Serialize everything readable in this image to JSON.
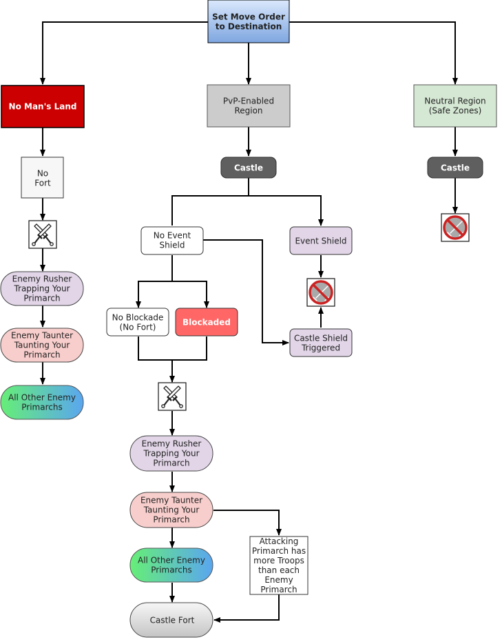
{
  "diagram": {
    "nodes": [
      {
        "id": "start",
        "lines": [
          "Set Move Order",
          "to Destination"
        ]
      },
      {
        "id": "nml",
        "lines": [
          "No Man's Land"
        ]
      },
      {
        "id": "pvp",
        "lines": [
          "PvP-Enabled",
          "Region"
        ]
      },
      {
        "id": "neutral",
        "lines": [
          "Neutral Region",
          "(Safe Zones)"
        ]
      },
      {
        "id": "nofort",
        "lines": [
          "No",
          "Fort"
        ]
      },
      {
        "id": "castle-pvp",
        "lines": [
          "Castle"
        ]
      },
      {
        "id": "castle-neutral",
        "lines": [
          "Castle"
        ]
      },
      {
        "id": "rusher-left",
        "lines": [
          "Enemy Rusher",
          "Trapping Your",
          "Primarch"
        ]
      },
      {
        "id": "taunter-left",
        "lines": [
          "Enemy Taunter",
          "Taunting Your",
          "Primarch"
        ]
      },
      {
        "id": "others-left",
        "lines": [
          "All Other Enemy",
          "Primarchs"
        ]
      },
      {
        "id": "no-event-shield",
        "lines": [
          "No Event",
          "Shield"
        ]
      },
      {
        "id": "event-shield",
        "lines": [
          "Event Shield"
        ]
      },
      {
        "id": "no-blockade",
        "lines": [
          "No Blockade",
          "(No Fort)"
        ]
      },
      {
        "id": "blockaded",
        "lines": [
          "Blockaded"
        ]
      },
      {
        "id": "castle-shield",
        "lines": [
          "Castle Shield",
          "Triggered"
        ]
      },
      {
        "id": "rusher-center",
        "lines": [
          "Enemy Rusher",
          "Trapping Your",
          "Primarch"
        ]
      },
      {
        "id": "taunter-center",
        "lines": [
          "Enemy Taunter",
          "Taunting Your",
          "Primarch"
        ]
      },
      {
        "id": "others-center",
        "lines": [
          "All Other Enemy",
          "Primarchs"
        ]
      },
      {
        "id": "attacking-note",
        "lines": [
          "Attacking",
          "Primarch has",
          "more Troops",
          "than each",
          "Enemy",
          "Primarch"
        ]
      },
      {
        "id": "castle-fort",
        "lines": [
          "Castle Fort"
        ]
      }
    ],
    "icons": [
      {
        "id": "battle-icon-left",
        "kind": "crossed-swords"
      },
      {
        "id": "battle-icon-center",
        "kind": "crossed-swords"
      },
      {
        "id": "no-battle-icon-event",
        "kind": "no-battle"
      },
      {
        "id": "no-battle-icon-neutral",
        "kind": "no-battle"
      }
    ],
    "edges": [
      {
        "from": "start",
        "to": "nml"
      },
      {
        "from": "start",
        "to": "pvp"
      },
      {
        "from": "start",
        "to": "neutral"
      },
      {
        "from": "nml",
        "to": "nofort"
      },
      {
        "from": "nofort",
        "to": "battle-icon-left"
      },
      {
        "from": "battle-icon-left",
        "to": "rusher-left"
      },
      {
        "from": "rusher-left",
        "to": "taunter-left"
      },
      {
        "from": "taunter-left",
        "to": "others-left"
      },
      {
        "from": "pvp",
        "to": "castle-pvp"
      },
      {
        "from": "castle-pvp",
        "to": "no-event-shield"
      },
      {
        "from": "castle-pvp",
        "to": "event-shield"
      },
      {
        "from": "event-shield",
        "to": "no-battle-icon-event"
      },
      {
        "from": "castle-shield",
        "to": "no-battle-icon-event"
      },
      {
        "from": "no-event-shield",
        "to": "no-blockade"
      },
      {
        "from": "no-event-shield",
        "to": "blockaded"
      },
      {
        "from": "no-event-shield",
        "to": "castle-shield"
      },
      {
        "from": "no-blockade",
        "to": "battle-icon-center"
      },
      {
        "from": "blockaded",
        "to": "battle-icon-center"
      },
      {
        "from": "battle-icon-center",
        "to": "rusher-center"
      },
      {
        "from": "rusher-center",
        "to": "taunter-center"
      },
      {
        "from": "taunter-center",
        "to": "others-center"
      },
      {
        "from": "taunter-center",
        "to": "attacking-note"
      },
      {
        "from": "others-center",
        "to": "castle-fort"
      },
      {
        "from": "attacking-note",
        "to": "castle-fort"
      },
      {
        "from": "neutral",
        "to": "castle-neutral"
      },
      {
        "from": "castle-neutral",
        "to": "no-battle-icon-neutral"
      }
    ]
  }
}
